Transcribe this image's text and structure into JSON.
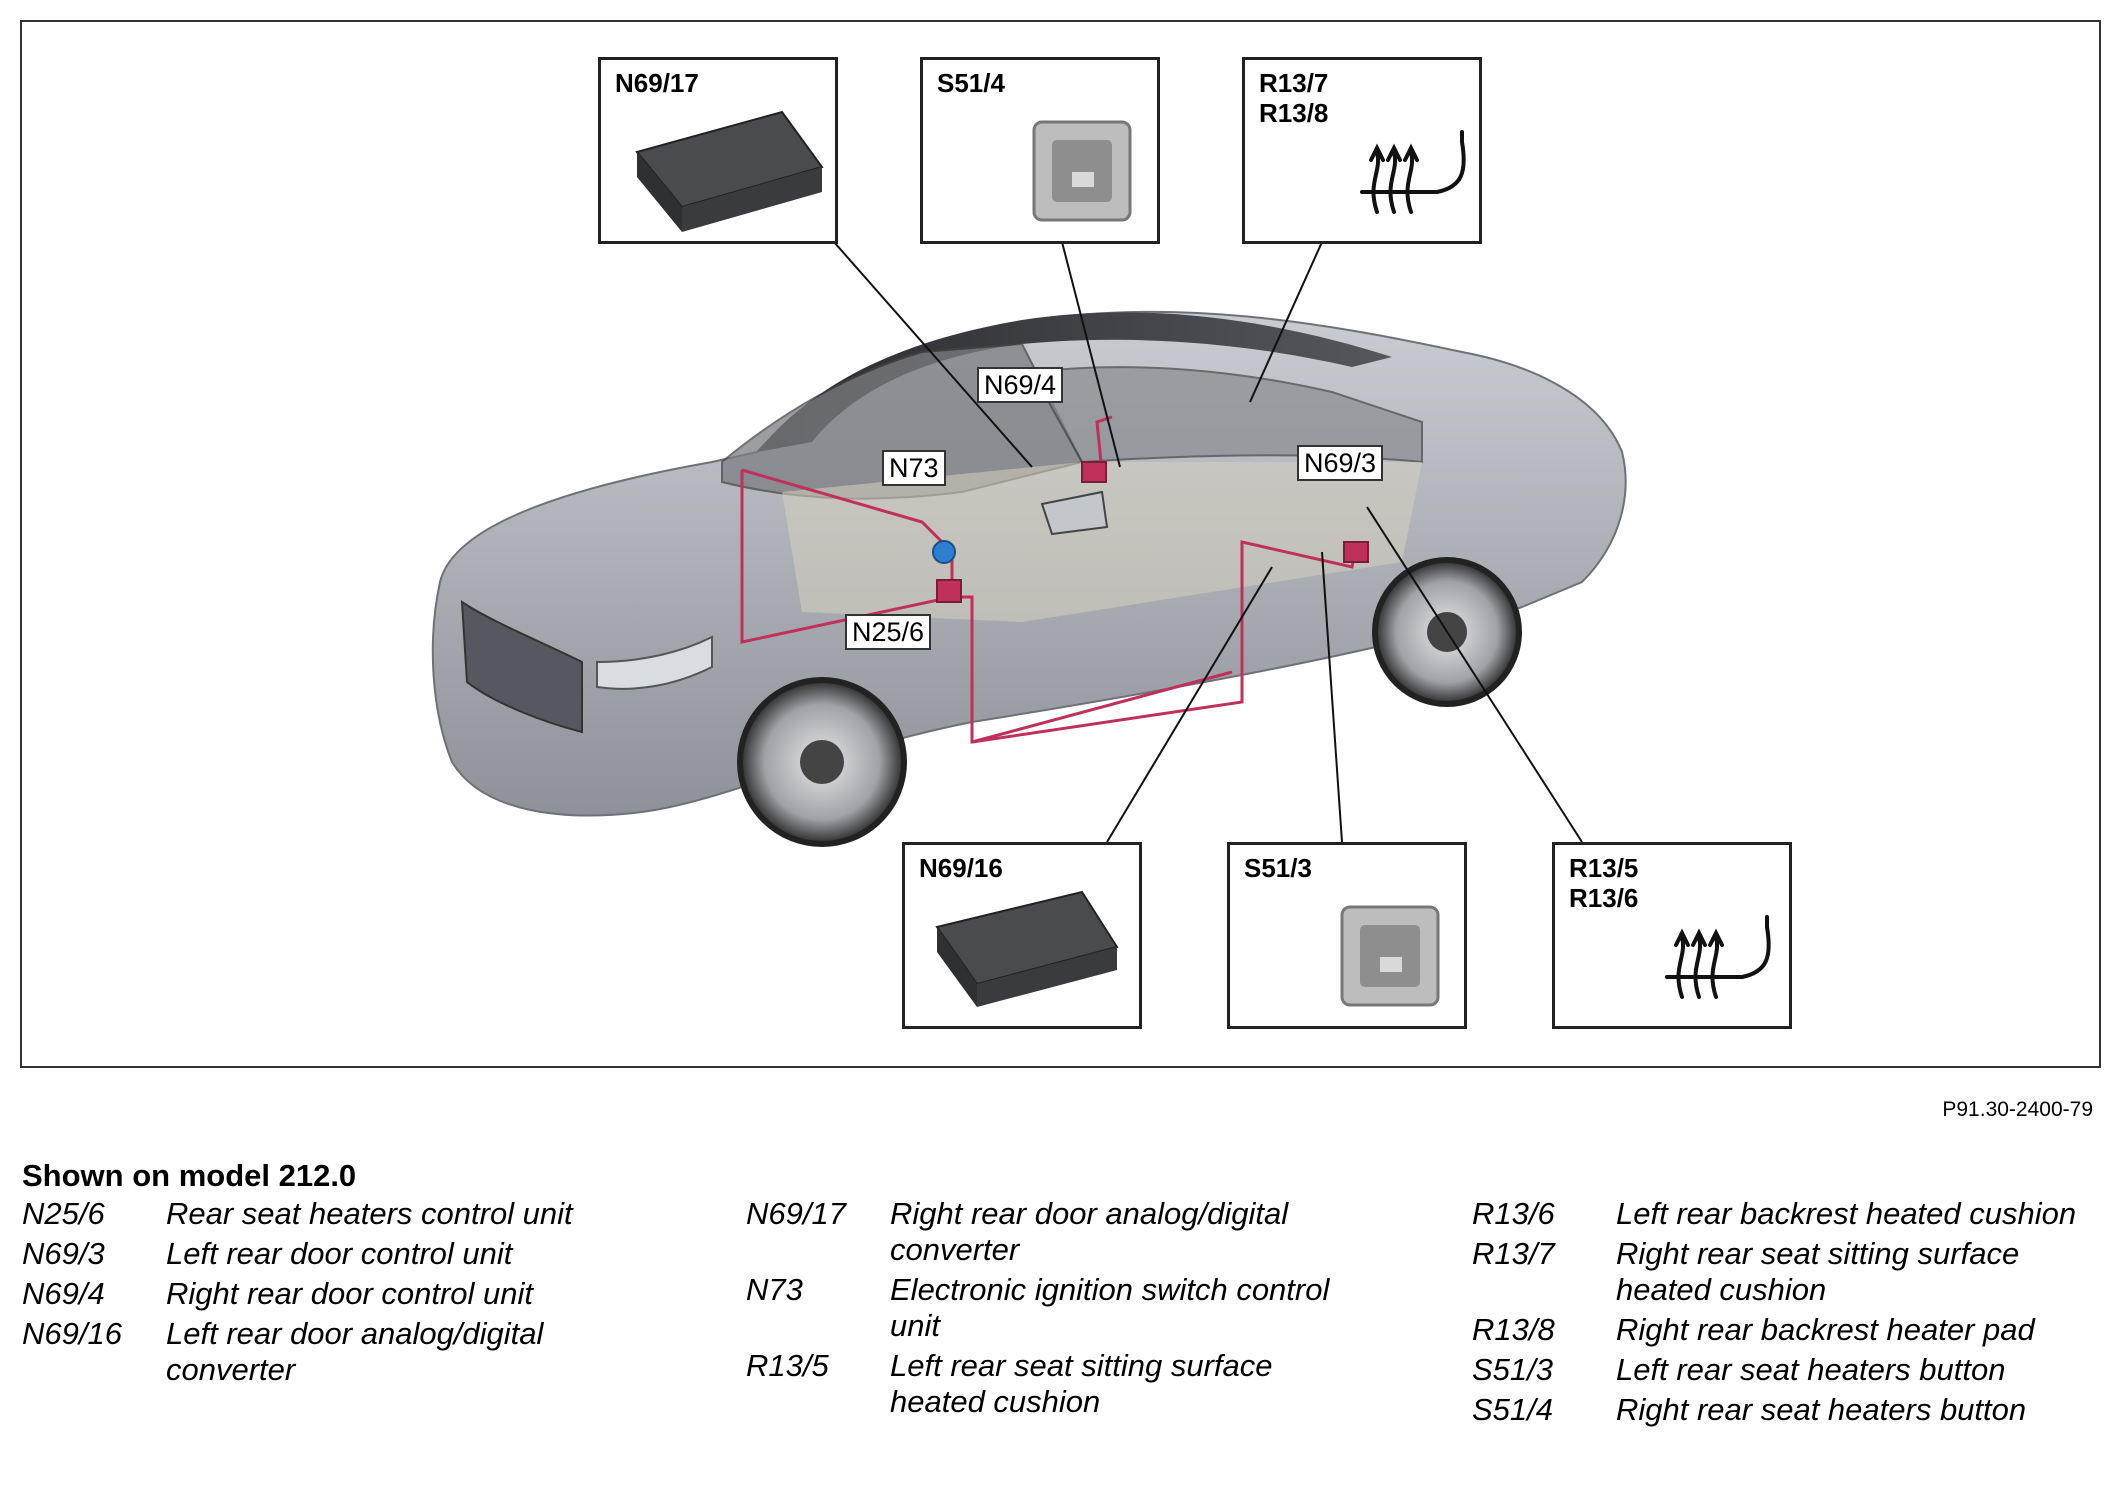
{
  "callouts": {
    "n69_17": "N69/17",
    "s51_4": "S51/4",
    "r13_7_8": "R13/7\nR13/8",
    "n69_16": "N69/16",
    "s51_3": "S51/3",
    "r13_5_6": "R13/5\nR13/6"
  },
  "tags": {
    "n69_4": "N69/4",
    "n73": "N73",
    "n69_3": "N69/3",
    "n25_6": "N25/6"
  },
  "reference": "P91.30-2400-79",
  "legend_title": "Shown on model 212.0",
  "legend": [
    {
      "code": "N25/6",
      "desc": "Rear seat heaters control unit"
    },
    {
      "code": "N69/3",
      "desc": "Left rear door control unit"
    },
    {
      "code": "N69/4",
      "desc": "Right rear door control unit"
    },
    {
      "code": "N69/16",
      "desc": "Left rear door analog/digital converter"
    },
    {
      "code": "N69/17",
      "desc": "Right rear door analog/digital converter"
    },
    {
      "code": "N73",
      "desc": "Electronic ignition switch control unit"
    },
    {
      "code": "R13/5",
      "desc": "Left rear seat sitting surface heated cushion"
    },
    {
      "code": "R13/6",
      "desc": "Left rear backrest heated cushion"
    },
    {
      "code": "R13/7",
      "desc": "Right rear seat sitting surface heated cushion"
    },
    {
      "code": "R13/8",
      "desc": "Right rear backrest heater pad"
    },
    {
      "code": "S51/3",
      "desc": "Left rear seat heaters button"
    },
    {
      "code": "S51/4",
      "desc": "Right rear seat heaters button"
    }
  ],
  "colors": {
    "wiring": "#c0305a",
    "body": "#a9adb3",
    "n73_marker": "#2f7fd0"
  }
}
